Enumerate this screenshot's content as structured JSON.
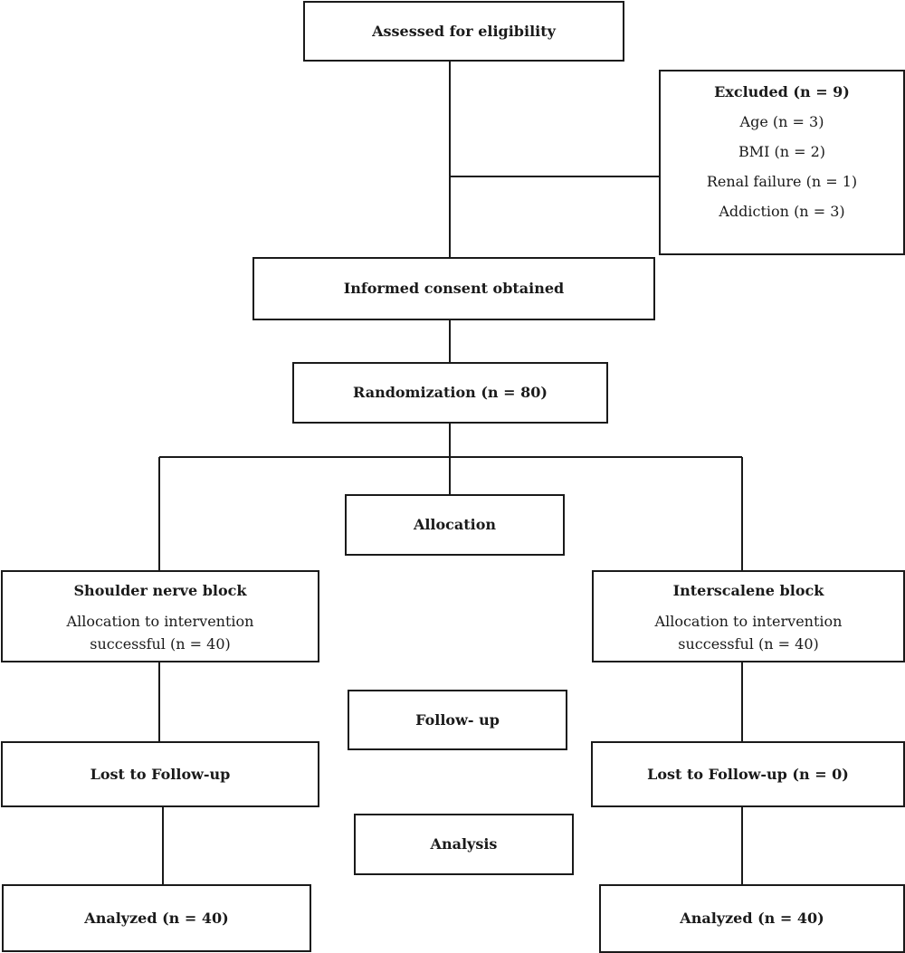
{
  "boxes": {
    "assessed": {
      "title": "Assessed for eligibility"
    },
    "excluded": {
      "title": "Excluded (n = 9)",
      "items": [
        "Age (n = 3)",
        "BMI (n = 2)",
        "Renal failure (n = 1)",
        "Addiction (n = 3)"
      ]
    },
    "consent": {
      "title": "Informed consent obtained"
    },
    "randomization": {
      "title": "Randomization (n = 80)"
    },
    "allocation": {
      "title": "Allocation"
    },
    "shoulder": {
      "title": "Shoulder nerve block",
      "line1": "Allocation to intervention",
      "line2": "successful (n = 40)"
    },
    "interscalene": {
      "title": "Interscalene block",
      "line1": "Allocation to intervention",
      "line2": "successful (n = 40)"
    },
    "followup": {
      "title": "Follow- up"
    },
    "lost_left": {
      "title": "Lost to Follow-up"
    },
    "lost_right": {
      "title": "Lost to Follow-up (n = 0)"
    },
    "analysis": {
      "title": "Analysis"
    },
    "analyzed_left": {
      "title": "Analyzed (n = 40)"
    },
    "analyzed_right": {
      "title": "Analyzed (n = 40)"
    }
  }
}
